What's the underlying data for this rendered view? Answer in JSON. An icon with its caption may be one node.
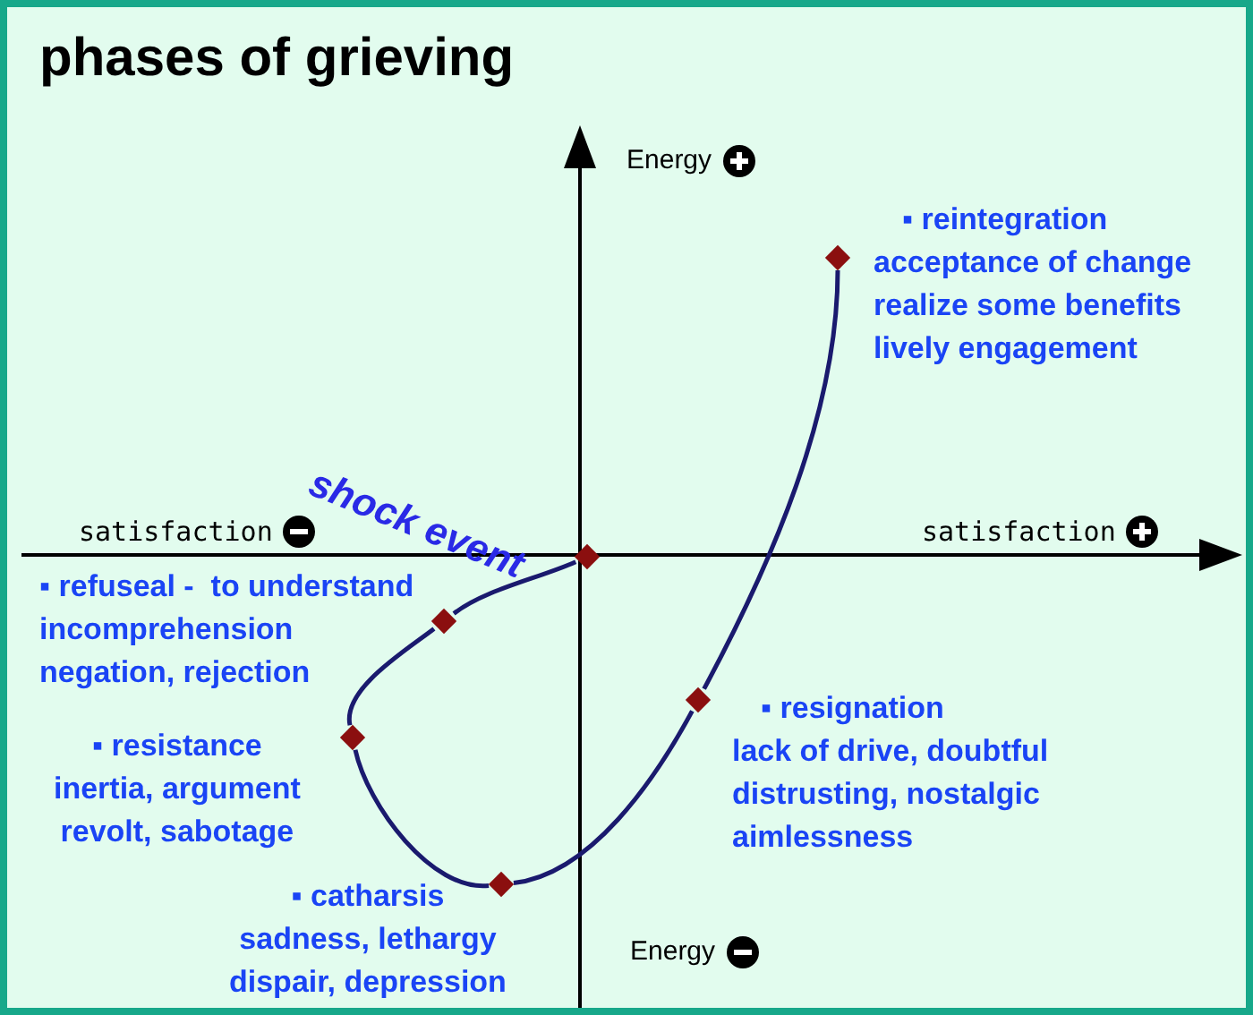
{
  "diagram": {
    "title": "phases of grieving",
    "nodes": [
      {
        "text": [],
        "shape": "diamond",
        "beside": [
          "shock event"
        ]
      },
      {
        "text": [],
        "shape": "diamond",
        "beside": [
          "▪ refuseal -  to understand",
          "incomprehension",
          "negation, rejection"
        ]
      },
      {
        "text": [],
        "shape": "diamond",
        "beside": [
          "▪ resistance",
          "inertia, argument",
          "revolt, sabotage"
        ]
      },
      {
        "text": [],
        "shape": "diamond",
        "beside": [
          "▪ catharsis",
          "sadness, lethargy",
          "dispair, depression"
        ]
      },
      {
        "text": [],
        "shape": "diamond",
        "beside": [
          "▪ resignation",
          "lack of drive, doubtful",
          "distrusting, nostalgic",
          "aimlessness"
        ]
      },
      {
        "text": [],
        "shape": "diamond",
        "beside": [
          "▪ reintegration",
          "acceptance of change",
          "realize some benefits",
          "lively engagement"
        ]
      }
    ],
    "edges": [
      {
        "from": 0,
        "to": 1,
        "arrow": "none"
      },
      {
        "from": 1,
        "to": 2,
        "arrow": "none"
      },
      {
        "from": 2,
        "to": 3,
        "arrow": "none"
      },
      {
        "from": 3,
        "to": 4,
        "arrow": "none"
      },
      {
        "from": 4,
        "to": 5,
        "arrow": "none"
      }
    ],
    "labels": [
      "Energy",
      "satisfaction",
      "satisfaction",
      "Energy"
    ]
  }
}
